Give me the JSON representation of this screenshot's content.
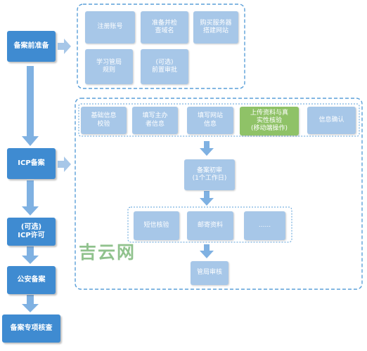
{
  "colors": {
    "main": "#3f8bd1",
    "sub": "#a7c7e8",
    "highlight": "#8fc267",
    "arrow": "#7fb1e2"
  },
  "main_steps": {
    "prep": "备案前准备",
    "icp": "ICP备案",
    "permit": "(可选)\nICP许可",
    "police": "公安备案",
    "check": "备案专项核查"
  },
  "prep_items": {
    "register": "注册账号",
    "domain": "准备并检\n查域名",
    "server": "购买服务器\n搭建网站",
    "rules": "学习管局\n规则",
    "approval": "(可选)\n前置审批"
  },
  "icp_items": {
    "verify_basic": "基础信息\n校验",
    "fill_owner": "填写主办\n者信息",
    "fill_site": "填写网站\n信息",
    "upload": "上传资料与真\n实性核验\n(移动端操作)",
    "confirm": "信息确认",
    "first_review": "备案初审\n(1个工作日)",
    "sms": "短信核验",
    "mail": "邮寄资料",
    "more": "......",
    "bureau": "管局审核"
  },
  "watermark": "吉云网"
}
